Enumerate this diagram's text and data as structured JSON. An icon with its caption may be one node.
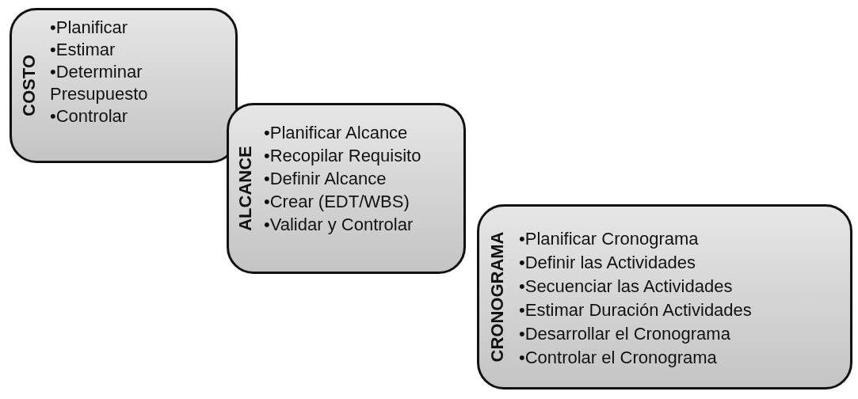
{
  "diagram": {
    "nodes": [
      {
        "text": [
          "COSTO",
          "•Planificar",
          "•Estimar",
          "•Determinar Presupuesto",
          "•Controlar"
        ]
      },
      {
        "text": [
          "ALCANCE",
          "•Planificar Alcance",
          "•Recopilar Requisito",
          "•Definir Alcance",
          "•Crear  (EDT/WBS)",
          "•Validar y Controlar"
        ]
      },
      {
        "text": [
          "CRONOGRAMA",
          "•Planificar Cronograma",
          "•Definir las Actividades",
          "•Secuenciar las Actividades",
          "•Estimar Duración Actividades",
          "•Desarrollar el Cronograma",
          "•Controlar el Cronograma"
        ]
      }
    ],
    "edges": []
  }
}
